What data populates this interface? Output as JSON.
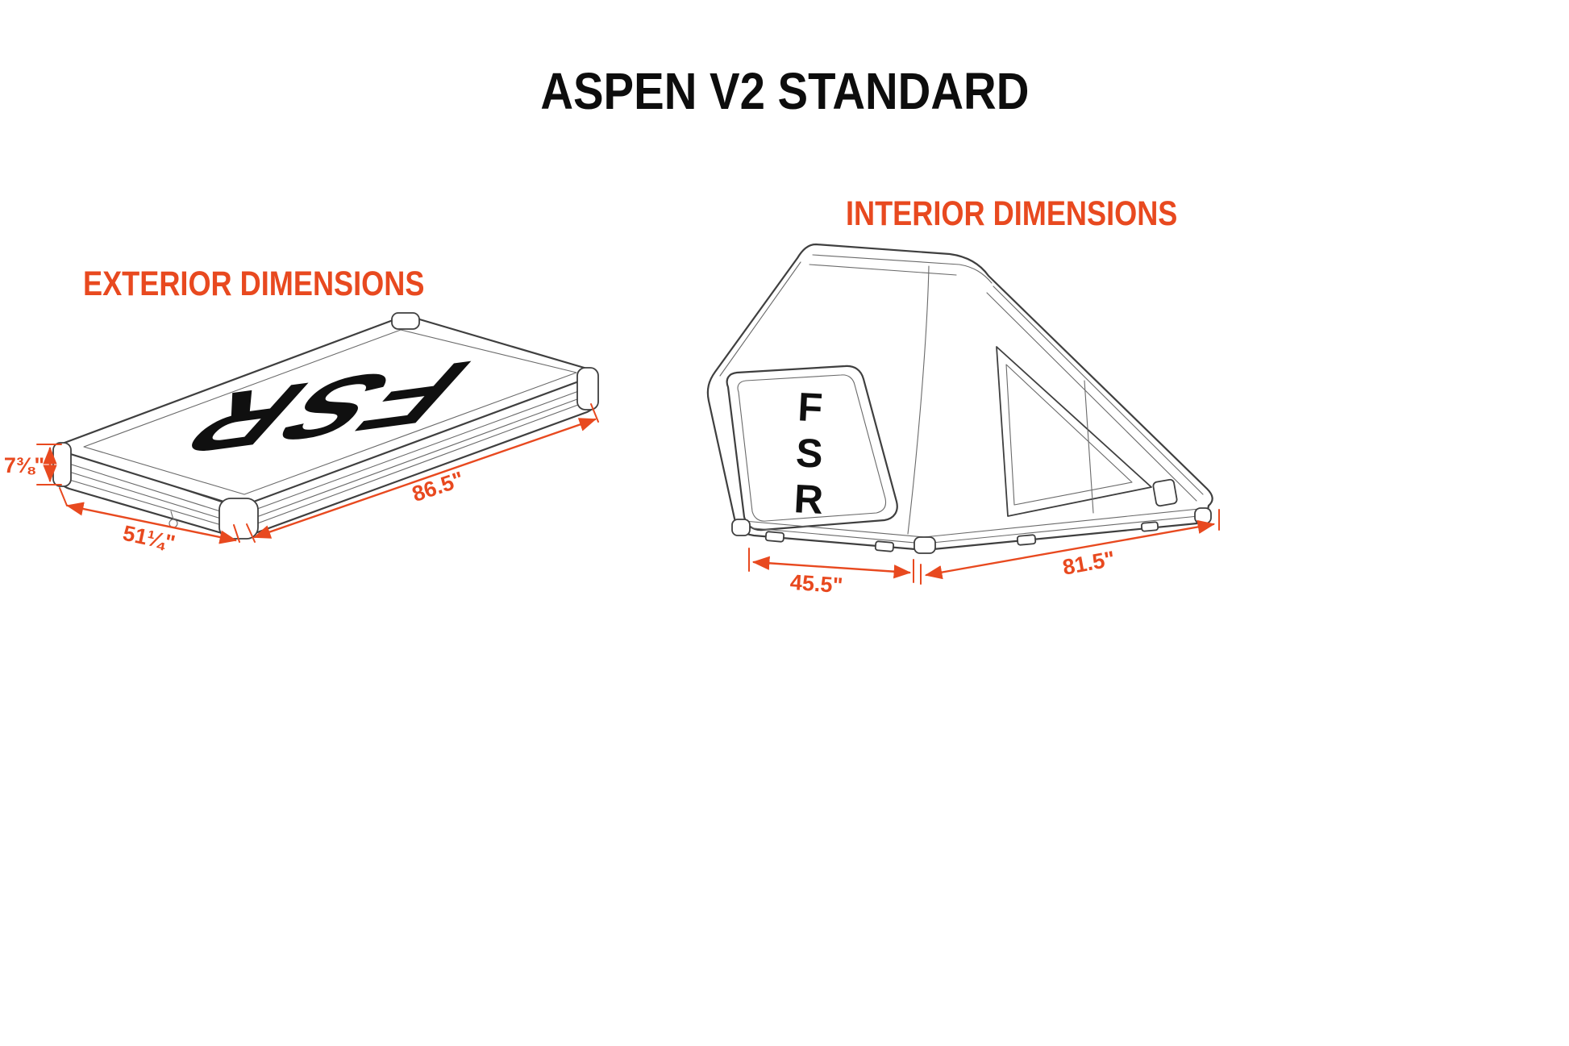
{
  "title": "ASPEN V2 STANDARD",
  "colors": {
    "accent": "#E8491F",
    "line_art": "#3f3f3f",
    "background": "#ffffff"
  },
  "exterior": {
    "heading": "EXTERIOR DIMENSIONS",
    "logo": "FSR",
    "dimensions": {
      "height": "7⅜\"",
      "width": "51¼\"",
      "length": "86.5\""
    }
  },
  "interior": {
    "heading": "INTERIOR DIMENSIONS",
    "logo": [
      "F",
      "S",
      "R"
    ],
    "dimensions": {
      "width": "45.5\"",
      "length": "81.5\""
    }
  }
}
